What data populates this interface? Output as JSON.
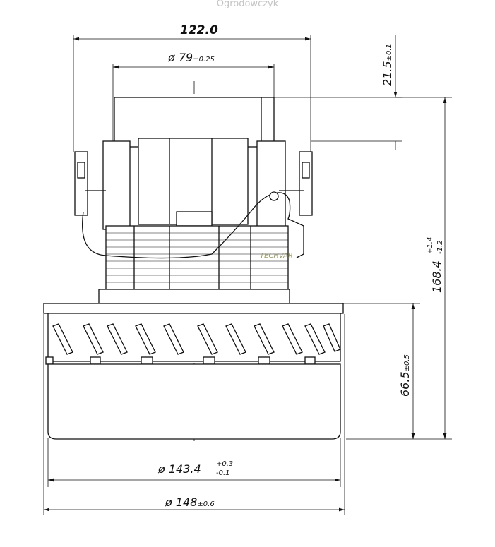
{
  "watermark": "Ogrodowczyk",
  "stamp": "TECHVAR",
  "dimensions": {
    "width_top": "122.0",
    "diameter_body": "ø 79",
    "diameter_body_tol": "±0.25",
    "height_top": "21.5",
    "height_top_tol": "±0.1",
    "height_total": "168.4",
    "height_total_tol_upper": "+1.4",
    "height_total_tol_lower": "-1.2",
    "height_fan": "66.5",
    "height_fan_tol": "±0.5",
    "diameter_fan": "ø 143.4",
    "diameter_fan_tol_upper": "+0.3",
    "diameter_fan_tol_lower": "-0.1",
    "diameter_flange": "ø 148",
    "diameter_flange_tol": "±0.6"
  }
}
